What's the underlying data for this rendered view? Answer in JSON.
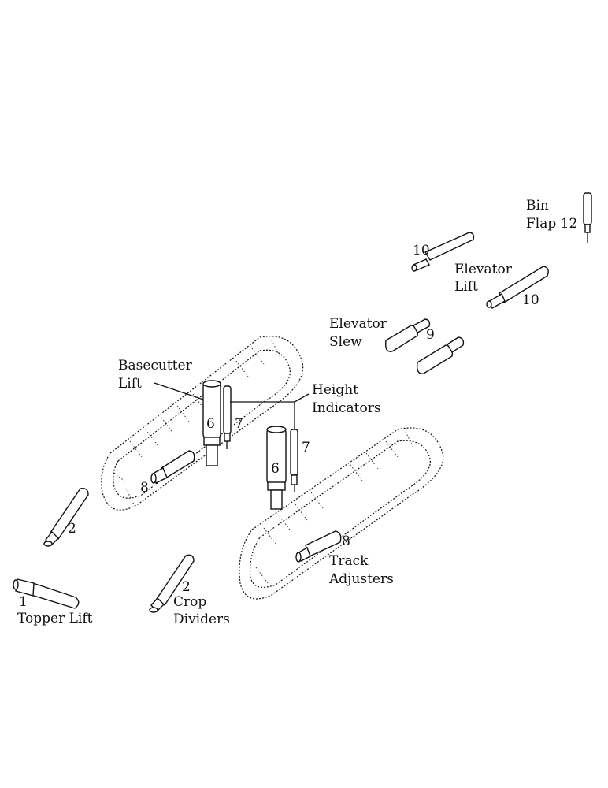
{
  "labels": {
    "bin_flap_line1": "Bin",
    "bin_flap_line2": "Flap 12",
    "elevator_lift_line1": "Elevator",
    "elevator_lift_line2": "Lift",
    "elevator_slew_line1": "Elevator",
    "elevator_slew_line2": "Slew",
    "basecutter_lift_line1": "Basecutter",
    "basecutter_lift_line2": "Lift",
    "height_indicators_line1": "Height",
    "height_indicators_line2": "Indicators",
    "track_adjusters_line1": "Track",
    "track_adjusters_line2": "Adjusters",
    "topper_lift": "Topper  Lift",
    "crop_dividers_line1": "Crop",
    "crop_dividers_line2": "Dividers"
  },
  "numbers": {
    "n10_upper": "10",
    "n10_lower": "10",
    "n9": "9",
    "n6_left": "6",
    "n7_left": "7",
    "n6_right": "6",
    "n7_right": "7",
    "n8_left": "8",
    "n8_right": "8",
    "n2_left": "2",
    "n2_center": "2",
    "n1": "1"
  }
}
